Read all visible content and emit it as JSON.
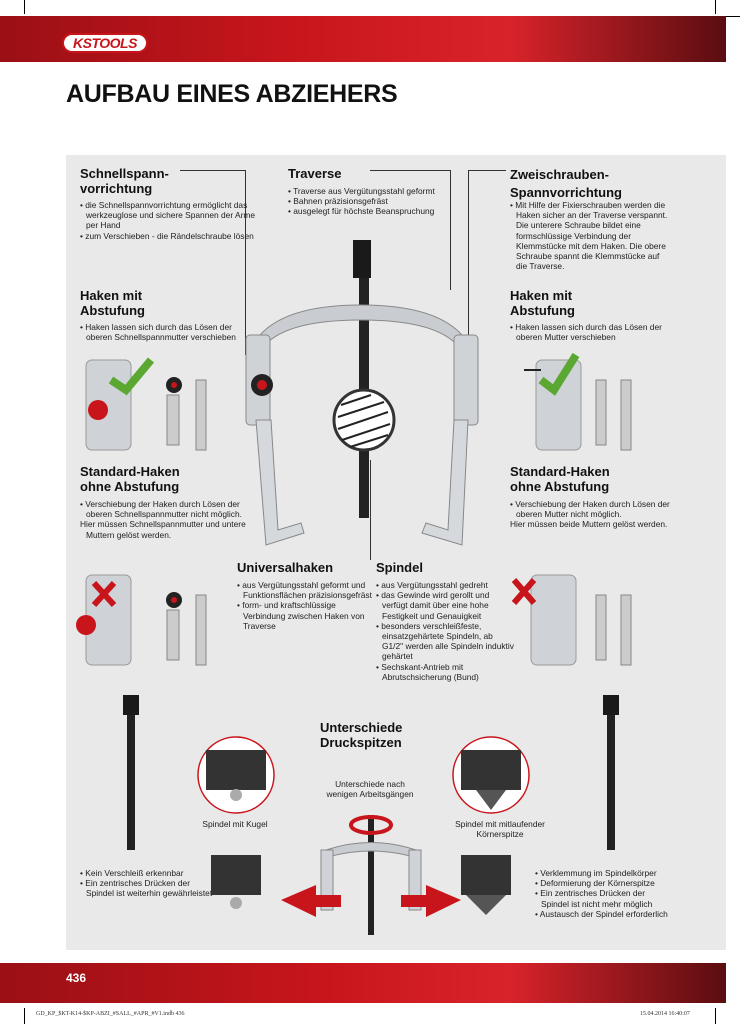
{
  "header": {
    "logo": "KSTOOLS",
    "title": "AUFBAU EINES ABZIEHERS"
  },
  "sections": {
    "schnell": {
      "title": "Schnellspann-\nvorrichtung",
      "items": [
        "• die Schnellspannvorrichtung ermöglicht das werkzeuglose und sichere Spannen der Arme per Hand",
        "• zum Verschieben - die Rändelschraube lösen"
      ]
    },
    "traverse": {
      "title": "Traverse",
      "items": [
        "• Traverse aus Vergütungsstahl geformt",
        "• Bahnen präzisionsgefräst",
        "• ausgelegt für höchste Beanspruchung"
      ]
    },
    "zwei": {
      "title": "Zweischrauben-\nSpannvorrichtung",
      "items": [
        "• Mit Hilfe der Fixierschrauben werden die Haken sicher an der Traverse verspannt. Die unterere Schraube bildet eine formschlüssige Verbindung der Klemmstücke mit dem Haken. Die obere Schraube spannt die Klemmstücke auf die Traverse."
      ]
    },
    "haken_l": {
      "title": "Haken mit\nAbstufung",
      "items": [
        "• Haken lassen sich durch das Lösen der oberen Schnellspannmutter verschieben"
      ]
    },
    "haken_r": {
      "title": "Haken mit\nAbstufung",
      "items": [
        "• Haken lassen sich durch das Lösen der oberen Mutter verschieben"
      ]
    },
    "std_l": {
      "title": "Standard-Haken\nohne Abstufung",
      "items": [
        "• Verschiebung der Haken durch Lösen der oberen Schnellspannmutter nicht möglich.",
        "Hier müssen Schnellspannmutter und untere Muttern gelöst werden."
      ]
    },
    "std_r": {
      "title": "Standard-Haken\nohne Abstufung",
      "items": [
        "• Verschiebung der Haken durch Lösen der oberen Mutter nicht möglich.",
        "Hier müssen beide Muttern gelöst werden."
      ]
    },
    "universal": {
      "title": "Universalhaken",
      "items": [
        "• aus Vergütungsstahl geformt und Funktionsflächen präzisionsgefräst",
        "• form- und kraftschlüssige Verbindung zwischen Haken von Traverse"
      ]
    },
    "spindel": {
      "title": "Spindel",
      "items": [
        "• aus Vergütungsstahl gedreht",
        "• das Gewinde wird gerollt und verfügt damit über eine hohe Festigkeit und Genauigkeit",
        "• besonders verschleißfeste, einsatzgehärtete Spindeln, ab G1/2\" werden alle Spindeln induktiv gehärtet",
        "• Sechskant-Antrieb mit Abrutschsicherung (Bund)"
      ]
    },
    "druck": {
      "title": "Unterschiede\nDruckspitzen",
      "center_caption": "Unterschiede nach\nwenigen Arbeitsgängen",
      "kugel_caption": "Spindel mit Kugel",
      "koerner_caption": "Spindel mit mitlaufender\nKörnerspitze"
    },
    "left_bottom": {
      "items": [
        "• Kein Verschleiß erkennbar",
        "• Ein zentrisches Drücken der Spindel ist weiterhin gewährleistet"
      ]
    },
    "right_bottom": {
      "items": [
        "• Verklemmung im Spindelkörper",
        "• Deformierung der Körnerspitze",
        "• Ein zentrisches Drücken der Spindel ist nicht mehr möglich",
        "• Austausch der Spindel erforderlich"
      ]
    }
  },
  "footer": {
    "page": "436",
    "file": "GD_KP_$KT-K14-$KP-ABZI_#SALL_#APR_#V1.indb   436",
    "date": "15.04.2014   16:40:07"
  },
  "colors": {
    "brand": "#c8151c",
    "check": "#5aa832"
  }
}
